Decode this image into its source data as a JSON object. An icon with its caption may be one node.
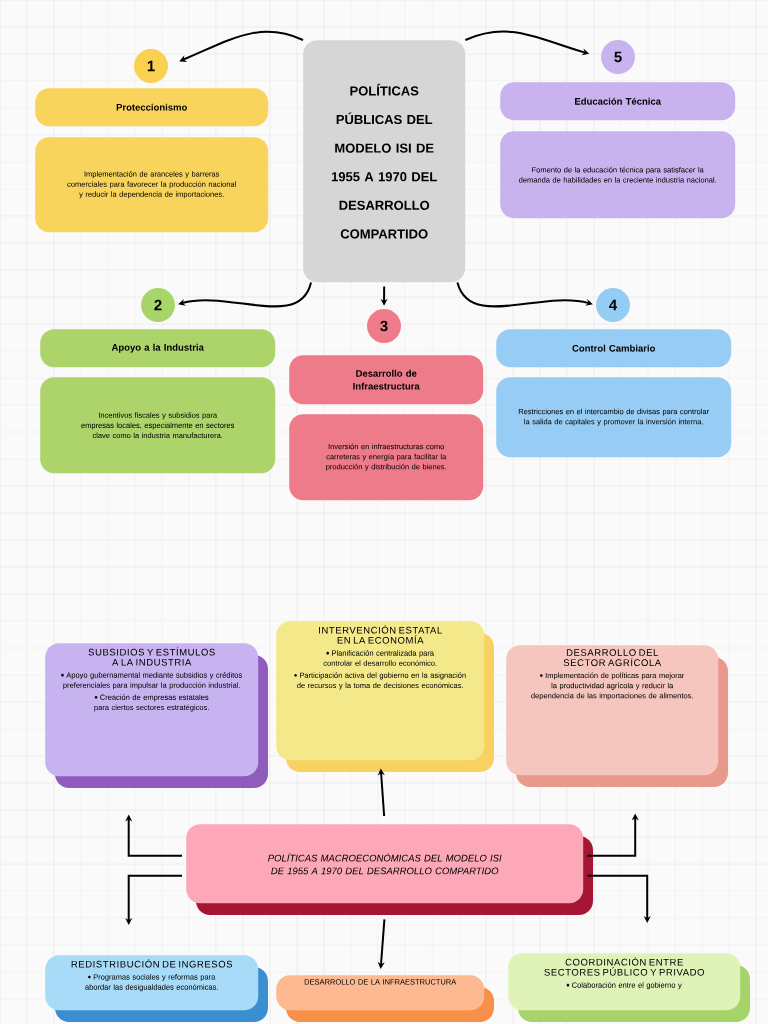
{
  "diagram": {
    "nodes": [
      {
        "text": [
          "POLÍTICAS PÚBLICAS DEL MODELO ISI DE 1955 A 1970 DEL DESARROLLO COMPARTIDO"
        ]
      },
      {
        "text": [
          "1"
        ]
      },
      {
        "text": [
          "Proteccionismo"
        ]
      },
      {
        "text": [
          "Implementación de aranceles y barreras comerciales para favorecer la producción nacional y reducir la dependencia de importaciones."
        ]
      },
      {
        "text": [
          "5"
        ]
      },
      {
        "text": [
          "Educación Técnica"
        ]
      },
      {
        "text": [
          "Fomento de la educación técnica para satisfacer la demanda de habilidades en la creciente industria nacional."
        ]
      },
      {
        "text": [
          "2"
        ]
      },
      {
        "text": [
          "Apoyo a la Industria"
        ]
      },
      {
        "text": [
          "Incentivos fiscales y subsidios para empresas locales, especialmente en sectores clave como la industria manufacturera."
        ]
      },
      {
        "text": [
          "3"
        ]
      },
      {
        "text": [
          "Desarrollo de Infraestructura"
        ]
      },
      {
        "text": [
          "Inversión en infraestructuras como carreteras y energía para facilitar la producción y distribución de bienes."
        ]
      },
      {
        "text": [
          "4"
        ]
      },
      {
        "text": [
          "Control Cambiario"
        ]
      },
      {
        "text": [
          "Restricciones en el intercambio de divisas para controlar la salida de capitales y promover la inversión interna."
        ]
      },
      {
        "text": [
          "POLÍTICAS MACROECONÓMICAS DEL MODELO ISI DE 1955 A 1970 DEL DESARROLLO COMPARTIDO"
        ]
      },
      {
        "text": [
          "SUBSIDIOS Y ESTÍMULOS A LA INDUSTRIA",
          "Apoyo gubernamental mediante subsidios y créditos preferenciales para impulsar la producción industrial.",
          "Creación de empresas estatales para ciertos sectores estratégicos."
        ]
      },
      {
        "text": [
          "INTERVENCIÓN ESTATAL EN LA ECONOMÍA",
          "Planificación centralizada para controlar el desarrollo económico.",
          "Participación activa del gobierno en la asignación de recursos y la toma de decisiones económicas."
        ]
      },
      {
        "text": [
          "DESARROLLO DEL SECTOR AGRÍCOLA",
          "Implementación de políticas para mejorar la productividad agrícola y reducir la dependencia de las importaciones de alimentos."
        ]
      },
      {
        "text": [
          "REDISTRIBUCIÓN DE INGRESOS",
          "Programas sociales y reformas para abordar las desigualdades económicas."
        ]
      },
      {
        "text": [
          "DESARROLLO DE LA INFRAESTRUCTURA"
        ]
      },
      {
        "text": [
          "COORDINACIÓN ENTRE SECTORES PÚBLICO Y PRIVADO",
          "Colaboración entre el gobierno y"
        ]
      }
    ],
    "edges": [
      {
        "from": 0,
        "to": 1,
        "arrow": "to"
      },
      {
        "from": 0,
        "to": 4,
        "arrow": "to"
      },
      {
        "from": 0,
        "to": 7,
        "arrow": "to"
      },
      {
        "from": 0,
        "to": 10,
        "arrow": "to"
      },
      {
        "from": 0,
        "to": 13,
        "arrow": "to"
      },
      {
        "from": 16,
        "to": 17,
        "arrow": "to"
      },
      {
        "from": 16,
        "to": 18,
        "arrow": "to"
      },
      {
        "from": 16,
        "to": 19,
        "arrow": "to"
      },
      {
        "from": 16,
        "to": 20,
        "arrow": "to"
      },
      {
        "from": 16,
        "to": 21,
        "arrow": "to"
      },
      {
        "from": 16,
        "to": 22,
        "arrow": "to"
      }
    ]
  }
}
